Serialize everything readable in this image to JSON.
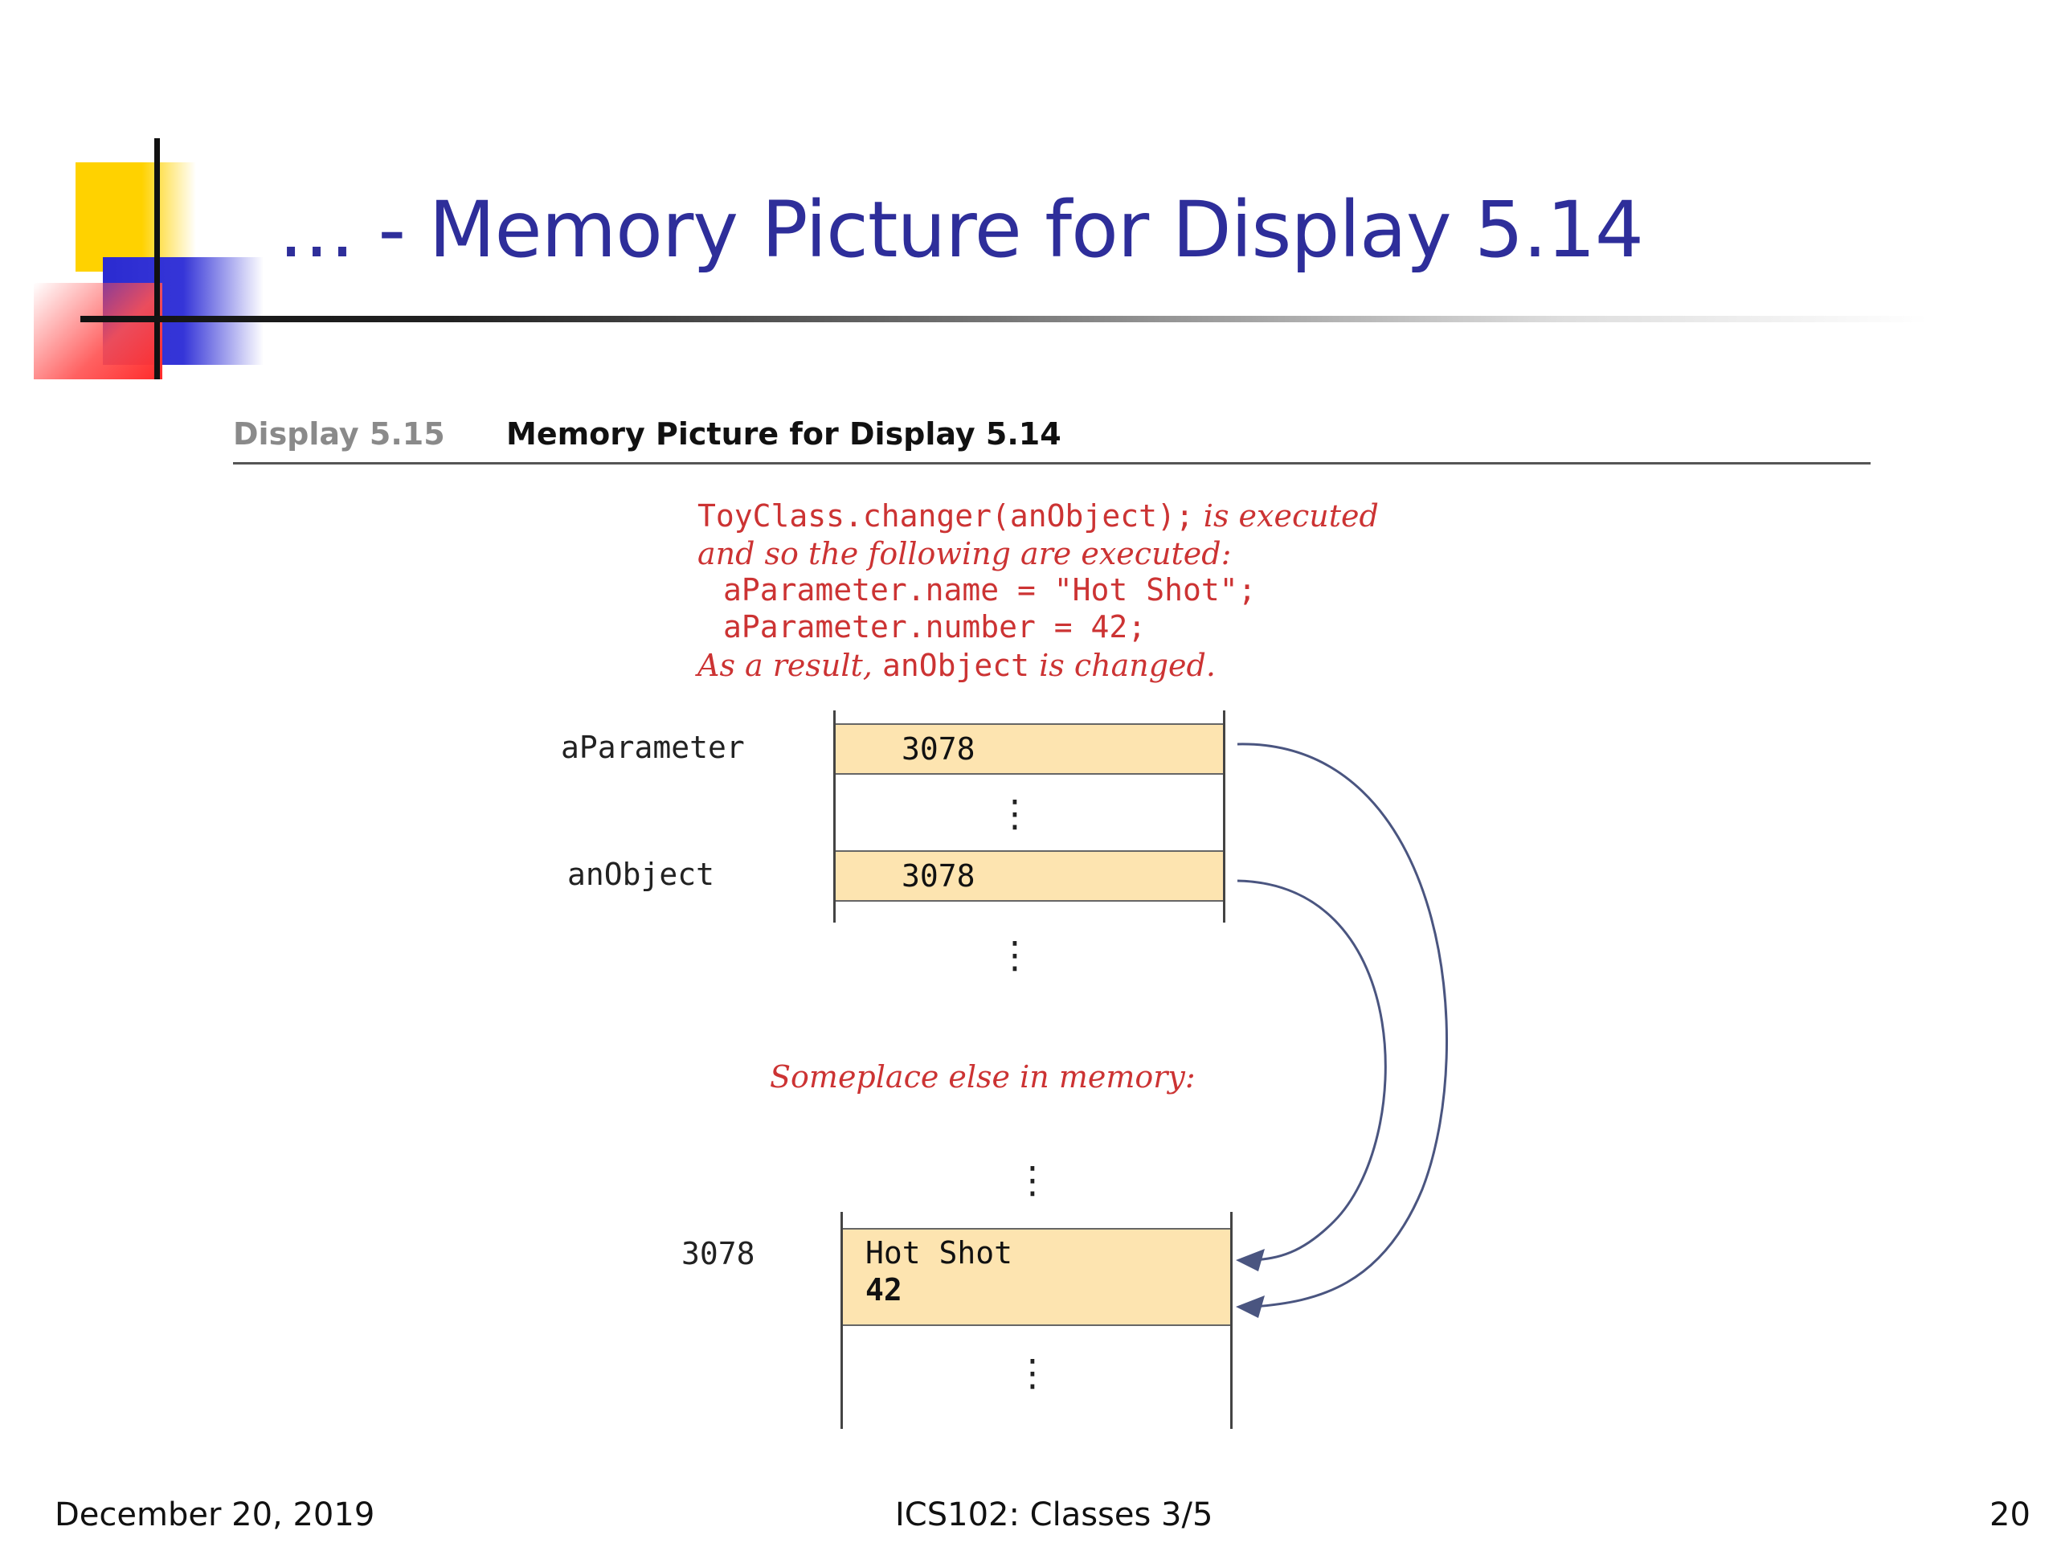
{
  "slide": {
    "title": "… - Memory Picture for Display 5.14"
  },
  "display": {
    "label": "Display 5.15",
    "title": "Memory Picture for Display 5.14"
  },
  "annotation": {
    "call_code": "ToyClass.changer(anObject);",
    "call_suffix": " is executed",
    "line2": "and so the following are executed:",
    "stmt1": "aParameter.name = \"Hot Shot\";",
    "stmt2": "aParameter.number = 42;",
    "result_prefix": "As a result, ",
    "result_code": "anObject",
    "result_suffix": " is changed."
  },
  "memory": {
    "vars": [
      {
        "name": "aParameter",
        "value": "3078"
      },
      {
        "name": "anObject",
        "value": "3078"
      }
    ],
    "elsewhere_label": "Someplace else in memory:",
    "object": {
      "address": "3078",
      "name_value": "Hot Shot",
      "number_value": "42"
    },
    "ellipsis": "⋮"
  },
  "colors": {
    "title": "#2e2e9a",
    "annotation": "#cc3333",
    "cell_fill": "#fde4b0",
    "arrow": "#4a5580"
  },
  "footer": {
    "date": "December 20, 2019",
    "course": "ICS102: Classes 3/5",
    "page": "20"
  }
}
